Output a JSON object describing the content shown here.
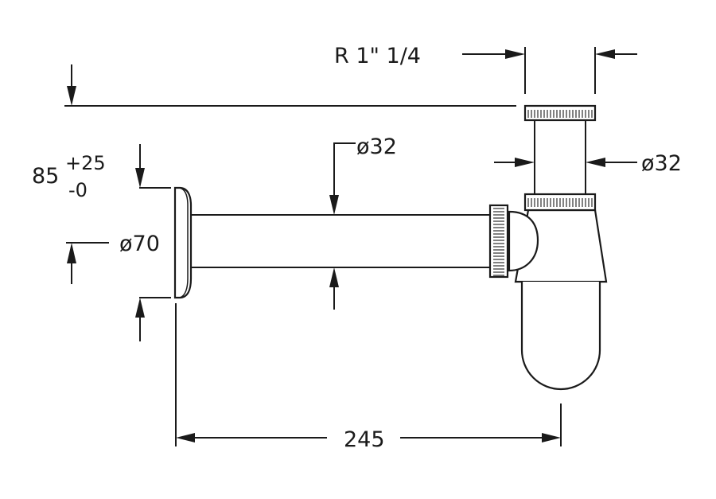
{
  "dimensions": {
    "thread": "R 1\" 1/4",
    "outlet_diameter_top": "ø32",
    "pipe_diameter": "ø32",
    "flange_diameter": "ø70",
    "height_nominal": "85",
    "height_tol_plus": "+25",
    "height_tol_minus": "-0",
    "length": "245"
  },
  "colors": {
    "ink": "#1a1a1a",
    "paper": "#ffffff"
  },
  "parts": [
    "wall-flange",
    "horizontal-pipe",
    "union-nut",
    "bottle-trap",
    "tailpiece",
    "top-nut"
  ]
}
